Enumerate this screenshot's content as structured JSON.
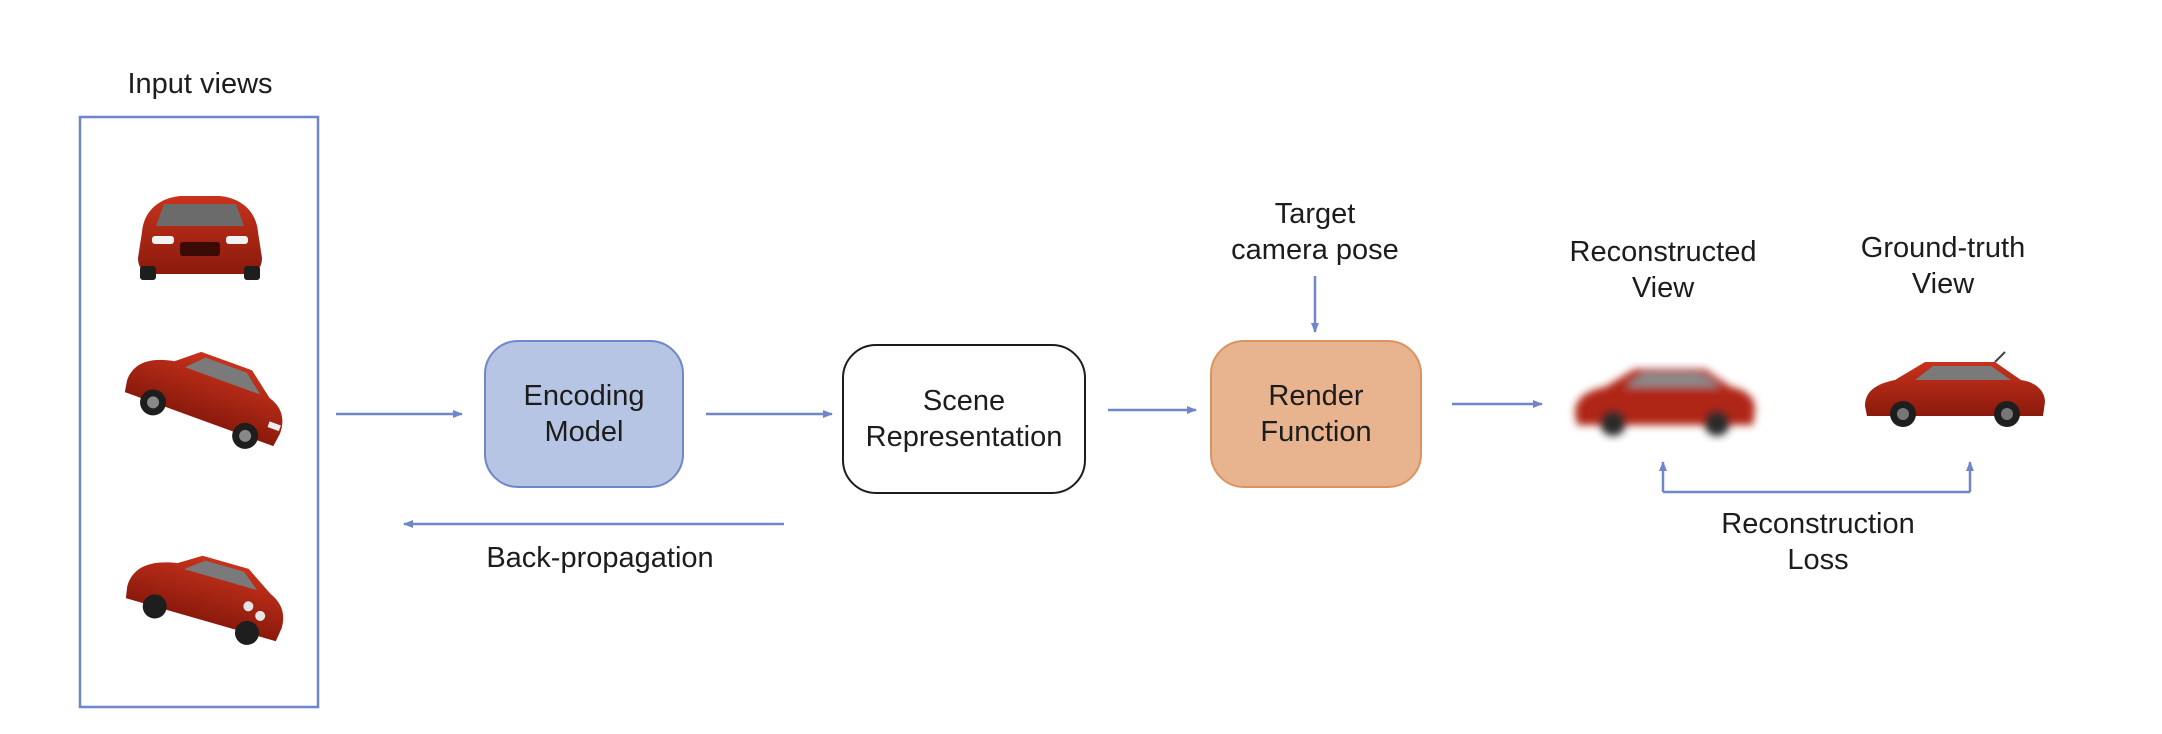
{
  "diagram": {
    "input_views_label": "Input views",
    "encoding_model": [
      "Encoding",
      "Model"
    ],
    "scene_representation": [
      "Scene",
      "Representation"
    ],
    "render_function": [
      "Render",
      "Function"
    ],
    "target_camera_pose": [
      "Target",
      "camera pose"
    ],
    "reconstructed_view": [
      "Reconstructed",
      "View"
    ],
    "ground_truth_view": [
      "Ground-truth",
      "View"
    ],
    "reconstruction_loss": [
      "Reconstruction",
      "Loss"
    ],
    "back_propagation": "Back-propagation"
  },
  "colors": {
    "arrow": "#6f86c9",
    "frame": "#6f86c9",
    "encoding_fill": "#b7c5e4",
    "encoding_border": "#6f86c9",
    "scene_border": "#1c1c1c",
    "render_fill": "#e7b48f",
    "render_border": "#d99461",
    "car_body": "#a8210f"
  }
}
